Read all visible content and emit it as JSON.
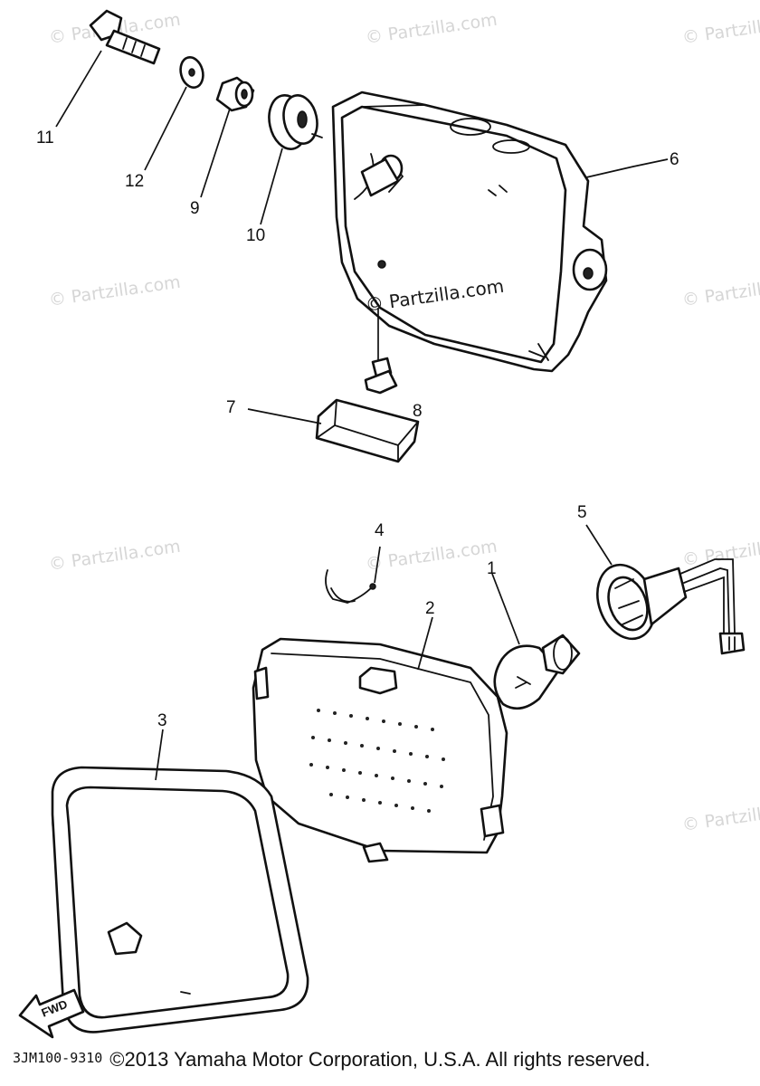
{
  "diagram": {
    "watermark": "© Partzilla.com",
    "watermark_main": "© Partzilla.com",
    "diagram_code": "3JM100-9310",
    "fwd_label": "FWD",
    "copyright": "©2013 Yamaha Motor Corporation, U.S.A. All rights reserved.",
    "callouts": {
      "p11": "11",
      "p12": "12",
      "p9": "9",
      "p10": "10",
      "p6": "6",
      "p7": "7",
      "p8": "8",
      "p4": "4",
      "p5": "5",
      "p1": "1",
      "p2": "2",
      "p3": "3"
    }
  }
}
